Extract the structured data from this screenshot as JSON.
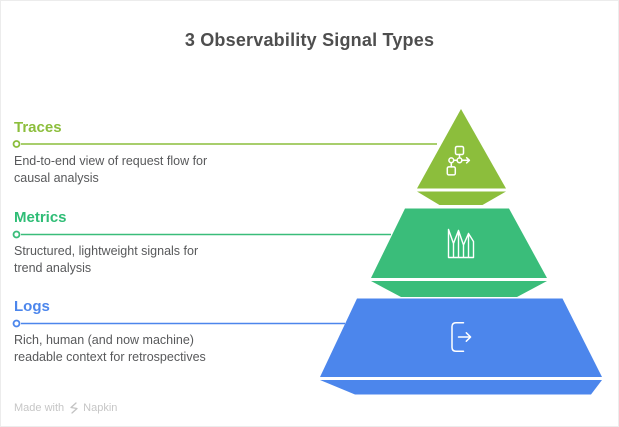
{
  "title": "3 Observability Signal Types",
  "sections": [
    {
      "id": "traces",
      "label": "Traces",
      "description_lines": [
        "End-to-end view of request flow for",
        "causal analysis"
      ],
      "color": "#8CBE3C",
      "icon": "trace-flow-icon"
    },
    {
      "id": "metrics",
      "label": "Metrics",
      "description_lines": [
        "Structured, lightweight signals for",
        "trend analysis"
      ],
      "color": "#3ABD7A",
      "icon": "histogram-icon"
    },
    {
      "id": "logs",
      "label": "Logs",
      "description_lines": [
        "Rich, human (and now machine)",
        "readable context for retrospectives"
      ],
      "color": "#4C86EC",
      "icon": "log-export-icon"
    }
  ],
  "footer": {
    "made_with": "Made with",
    "brand": "Napkin"
  },
  "colors": {
    "title_text": "#4e4e4e",
    "description_text": "#58595b",
    "footer_text": "#c6c6c6",
    "icon_stroke": "#ffffff"
  }
}
